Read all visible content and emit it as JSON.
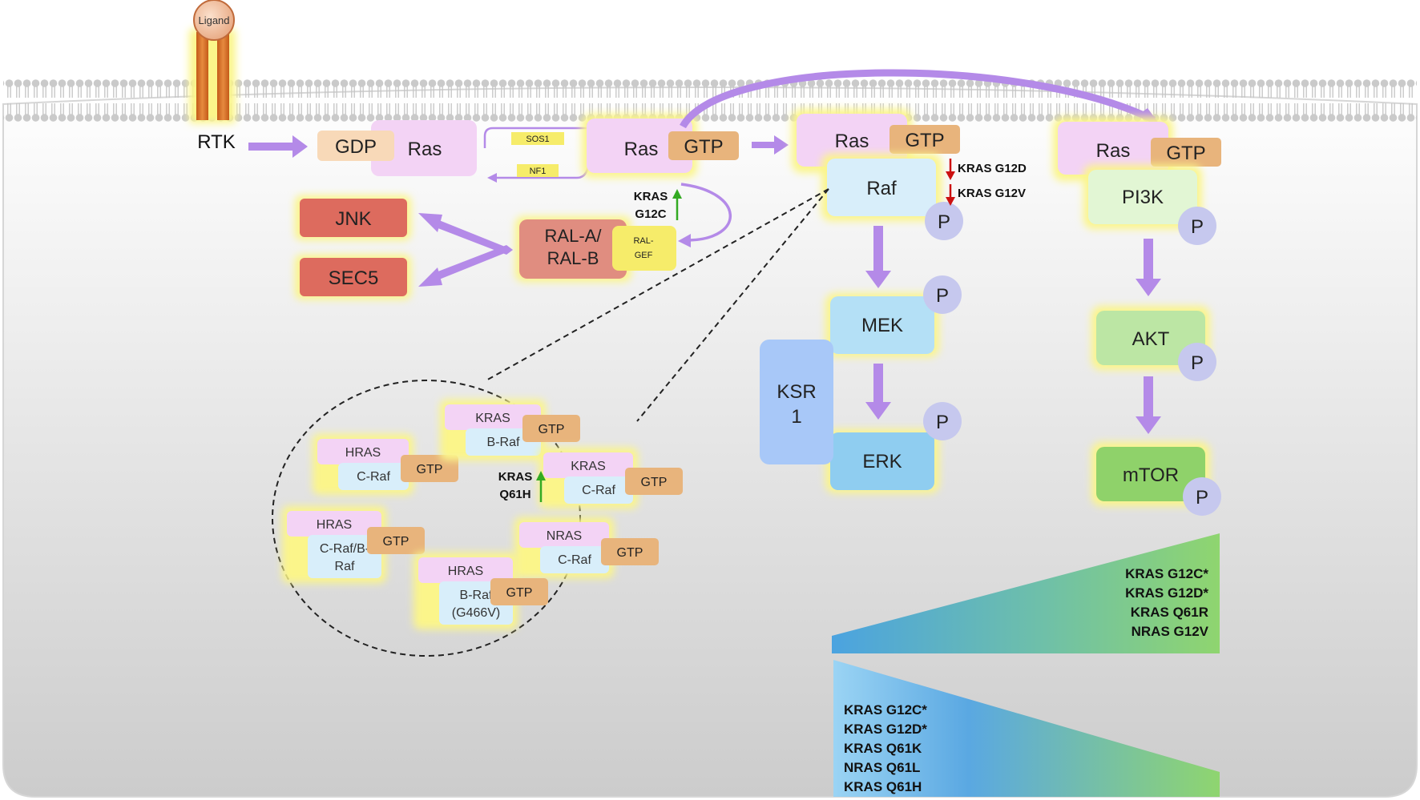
{
  "labels": {
    "ligand": "Ligand",
    "rtk": "RTK"
  },
  "ras_gdp": {
    "ras": "Ras",
    "gdp": "GDP"
  },
  "gef_gap": {
    "sos1": "SOS1",
    "nf1": "NF1"
  },
  "ras_gtp_1": {
    "ras": "Ras",
    "gtp": "GTP"
  },
  "ras_gtp_2": {
    "ras": "Ras",
    "gtp": "GTP"
  },
  "ras_gtp_3": {
    "ras": "Ras",
    "gtp": "GTP"
  },
  "mutations": {
    "kras_g12c_line1": "KRAS",
    "kras_g12c_line2": "G12C",
    "kras_g12d": "KRAS G12D",
    "kras_g12v": "KRAS G12V",
    "kras_q61h_line1": "KRAS",
    "kras_q61h_line2": "Q61H"
  },
  "ral": {
    "ral_line1": "RAL-A/",
    "ral_line2": "RAL-B",
    "ralgef_line1": "RAL-",
    "ralgef_line2": "GEF",
    "jnk": "JNK",
    "sec5": "SEC5"
  },
  "mapk": {
    "raf": "Raf",
    "mek": "MEK",
    "erk": "ERK",
    "ksr_line1": "KSR",
    "ksr_line2": "1",
    "phospho": "P"
  },
  "pi3k": {
    "pi3k": "PI3K",
    "akt": "AKT",
    "mtor": "mTOR",
    "phospho": "P"
  },
  "dimers": [
    {
      "ras": "HRAS",
      "raf": [
        "C-Raf"
      ],
      "gtp": "GTP"
    },
    {
      "ras": "KRAS",
      "raf": [
        "B-Raf"
      ],
      "gtp": "GTP"
    },
    {
      "ras": "KRAS",
      "raf": [
        "C-Raf"
      ],
      "gtp": "GTP"
    },
    {
      "ras": "HRAS",
      "raf": [
        "C-Raf/B-",
        "Raf"
      ],
      "gtp": "GTP"
    },
    {
      "ras": "NRAS",
      "raf": [
        "C-Raf"
      ],
      "gtp": "GTP"
    },
    {
      "ras": "HRAS",
      "raf": [
        "B-Raf",
        "(G466V)"
      ],
      "gtp": "GTP"
    }
  ],
  "gradient_top": [
    "KRAS G12C*",
    "KRAS G12D*",
    "KRAS Q61R",
    "NRAS G12V"
  ],
  "gradient_bottom": [
    "KRAS G12C*",
    "KRAS G12D*",
    "KRAS Q61K",
    "NRAS Q61L",
    "KRAS Q61H"
  ],
  "colors": {
    "membrane_lipid": "#c8c8c8",
    "ras_pink": "#f3d3f5",
    "gtp_orange": "#e8b47c",
    "gdp_peach": "#f8d9b8",
    "arrow_purple": "#b48ae8",
    "raf_blue": "#d8eefa",
    "mek_blue": "#b4e0f6",
    "erk_blue": "#8fcdf0",
    "ksr_blue": "#a8c8f8",
    "p_circle": "#c6c8ee",
    "pi3k_green": "#e2f6d4",
    "akt_green": "#bce6a4",
    "mtor_green": "#8fd26a",
    "ral_red": "#e08d80",
    "jnk_red": "#dd6b5e",
    "ralgef_yellow": "#f6ec6a",
    "glow_yellow": "#fbf58a",
    "mutation_red": "#cc1111",
    "mutation_green": "#33aa22"
  }
}
